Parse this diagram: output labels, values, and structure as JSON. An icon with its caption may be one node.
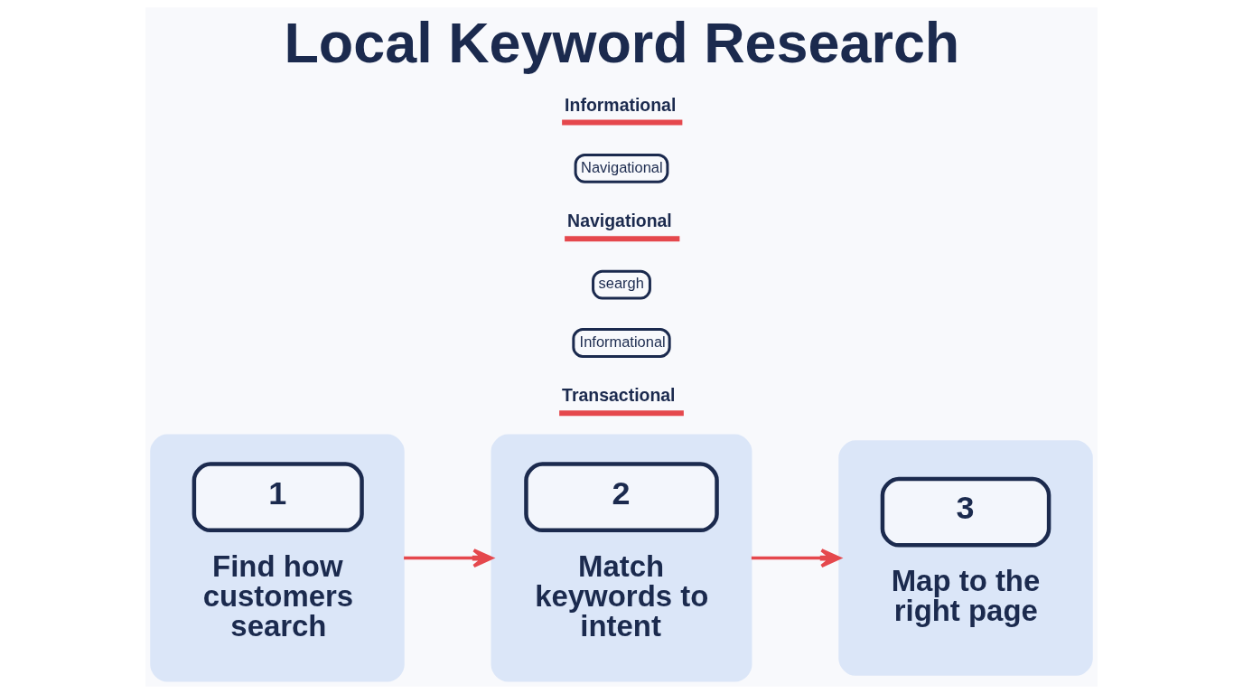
{
  "diagram": {
    "title": "Local Keyword Research",
    "nodes": [
      {
        "text": [
          "1",
          "Find how customers search"
        ]
      },
      {
        "text": [
          "2",
          "Match keywords to intent"
        ]
      },
      {
        "text": [
          "3",
          "Map to the right page"
        ]
      }
    ],
    "edges": [
      {
        "from": 0,
        "to": 1,
        "arrow": "to"
      },
      {
        "from": 1,
        "to": 2,
        "arrow": "to"
      }
    ],
    "labels": [
      "Informational",
      "Navigational",
      "Navigational",
      "seargh",
      "Informational",
      "Transactional"
    ]
  }
}
